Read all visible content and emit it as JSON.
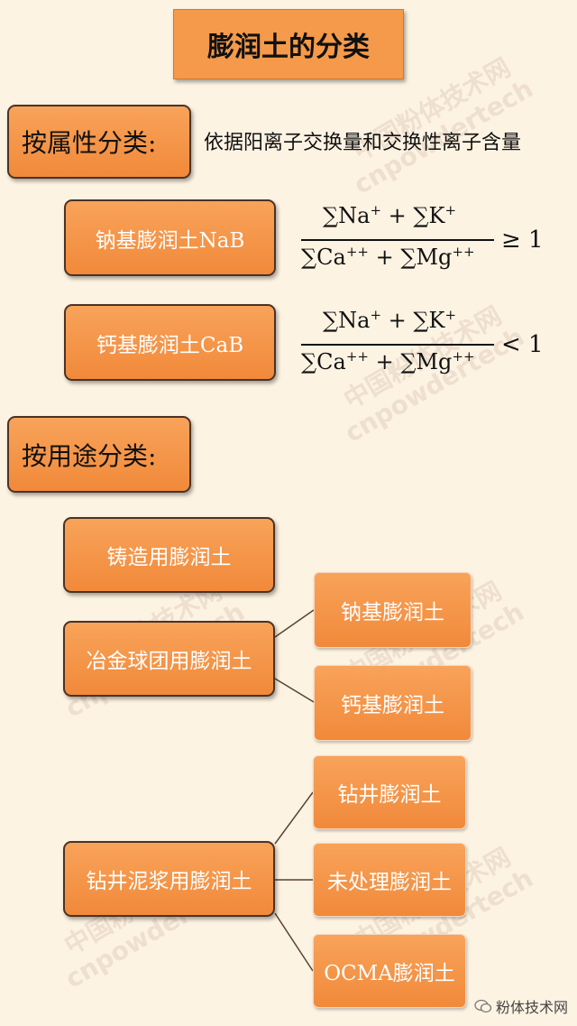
{
  "title": "膨润土的分类",
  "by_attribute": {
    "label": "按属性分类:",
    "description": "依据阳离子交换量和交换性离子含量",
    "types": [
      {
        "label": "钠基膨润土NaB",
        "numerator": [
          "∑Na",
          "+",
          " + ∑K",
          "+"
        ],
        "denominator": [
          "∑Ca",
          "++",
          " + ∑Mg",
          "++"
        ],
        "relation": "≥ 1"
      },
      {
        "label": "钙基膨润土CaB",
        "numerator": [
          "∑Na",
          "+",
          " + ∑K",
          "+"
        ],
        "denominator": [
          "∑Ca",
          "++",
          " + ∑Mg",
          "++"
        ],
        "relation": "< 1"
      }
    ]
  },
  "by_use": {
    "label": "按用途分类:",
    "casting": "铸造用膨润土",
    "pellet": {
      "label": "冶金球团用膨润土",
      "children": [
        "钠基膨润土",
        "钙基膨润土"
      ]
    },
    "drilling": {
      "label": "钻井泥浆用膨润土",
      "children": [
        "钻井膨润土",
        "未处理膨润土",
        "OCMA膨润土"
      ]
    }
  },
  "watermark": [
    "中国粉体技术网",
    "cnpowdertech"
  ],
  "footer": "粉体技术网",
  "colors": {
    "background": "#fdf3e3",
    "box": "#f49a4a",
    "border": "#4a3326",
    "line": "#5a4330"
  }
}
